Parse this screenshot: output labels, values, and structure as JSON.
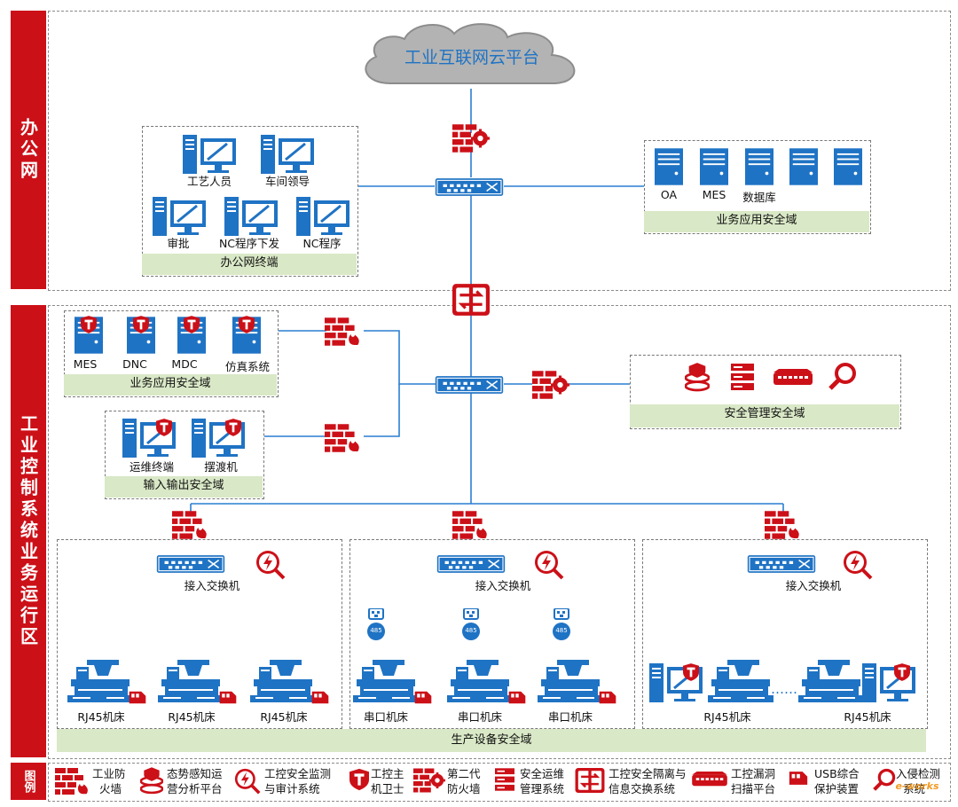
{
  "zones": {
    "office": "办公网",
    "ics": "工业控制系统业务运行区"
  },
  "cloud": "工业互联网云平台",
  "office": {
    "terminals": [
      "工艺人员",
      "车间领导",
      "审批",
      "NC程序下发",
      "NC程序"
    ],
    "terminals_band": "办公网终端",
    "apps": [
      "OA",
      "MES",
      "数据库"
    ],
    "apps_band": "业务应用安全域"
  },
  "ics": {
    "biz": [
      "MES",
      "DNC",
      "MDC",
      "仿真系统"
    ],
    "biz_band": "业务应用安全域",
    "io": [
      "运维终端",
      "摆渡机"
    ],
    "io_band": "输入输出安全域",
    "mgmt_band": "安全管理安全域",
    "switch_label": "接入交换机",
    "machines_left": [
      "RJ45机床",
      "RJ45机床",
      "RJ45机床"
    ],
    "machines_mid": [
      "串口机床",
      "串口机床",
      "串口机床"
    ],
    "machines_right": [
      "RJ45机床",
      "RJ45机床"
    ],
    "serial_tag": "485",
    "dots": "……",
    "prod_band": "生产设备安全域"
  },
  "legend": {
    "title": "图例",
    "items": [
      {
        "l1": "工业防",
        "l2": "火墙",
        "icon": "industrial-firewall-icon"
      },
      {
        "l1": "态势感知运",
        "l2": "营分析平台",
        "icon": "situation-awareness-icon"
      },
      {
        "l1": "工控安全监测",
        "l2": "与审计系统",
        "icon": "audit-icon"
      },
      {
        "l1": "工控主",
        "l2": "机卫士",
        "icon": "host-guard-icon"
      },
      {
        "l1": "第二代",
        "l2": "防火墙",
        "icon": "ngfw-icon"
      },
      {
        "l1": "安全运维",
        "l2": "管理系统",
        "icon": "ops-mgmt-icon"
      },
      {
        "l1": "工控安全隔离与",
        "l2": "信息交换系统",
        "icon": "isolation-icon"
      },
      {
        "l1": "工控漏洞",
        "l2": "扫描平台",
        "icon": "vuln-scan-icon"
      },
      {
        "l1": "USB综合",
        "l2": "保护装置",
        "icon": "usb-protect-icon"
      },
      {
        "l1": "入侵检测",
        "l2": "系统",
        "icon": "ids-icon"
      }
    ],
    "watermark": "e-works"
  },
  "colors": {
    "red": "#cc1018",
    "blue": "#1f73c4",
    "band": "#d9e8c6",
    "line": "#2a7fd0"
  }
}
